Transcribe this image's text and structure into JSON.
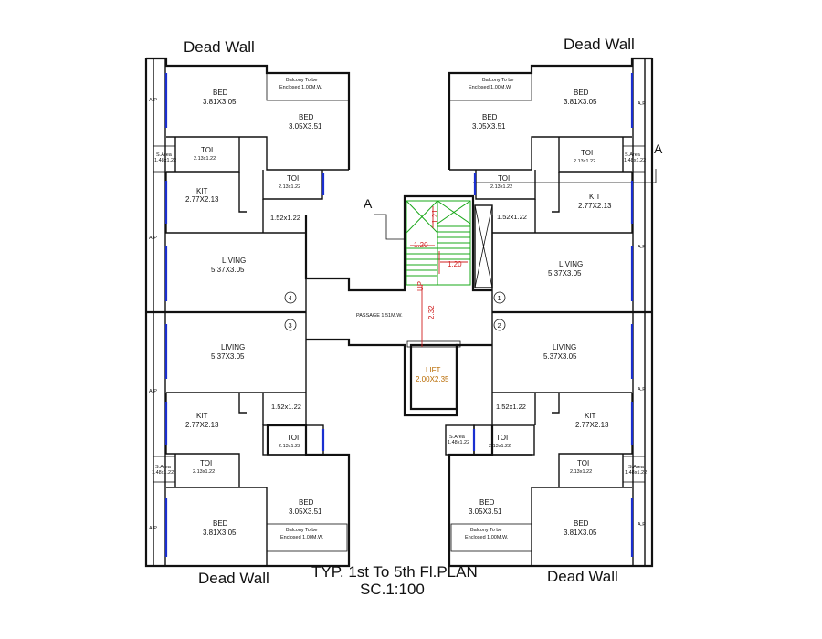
{
  "title": {
    "line1": "TYP. 1st To 5th Fl.PLAN",
    "line2": "SC.1:100"
  },
  "dead_wall": "Dead Wall",
  "section_marker": "A",
  "rooms": {
    "bed": "BED",
    "bed_large_size": "3.81X3.05",
    "bed_small_size": "3.05X3.51",
    "toi": "TOI",
    "toi_size": "2.13x1.22",
    "kit": "KIT",
    "kit_size": "2.77X2.13",
    "living": "LIVING",
    "living_size": "5.37X3.05",
    "ap": "A.P",
    "sarea": "S.Area",
    "sarea_size": "1.48x1.22",
    "alcove_size": "1.52x1.22",
    "balcony_line1": "Balcony To be",
    "balcony_line2": "Enclosed 1.00M.W.",
    "passage": "PASSAGE 1.51M.W.",
    "lift": "LIFT",
    "lift_size": "2.00X2.35"
  },
  "stair": {
    "up": "UP",
    "d1": "1.21",
    "d2": "1.20",
    "d3": "1.20",
    "d4": "2.32"
  },
  "flats": [
    "1",
    "2",
    "3",
    "4"
  ],
  "colors": {
    "stair": "#1aa81a",
    "dimension": "#d02020",
    "window": "#1a2fd0",
    "lift_label": "#b86a00"
  }
}
